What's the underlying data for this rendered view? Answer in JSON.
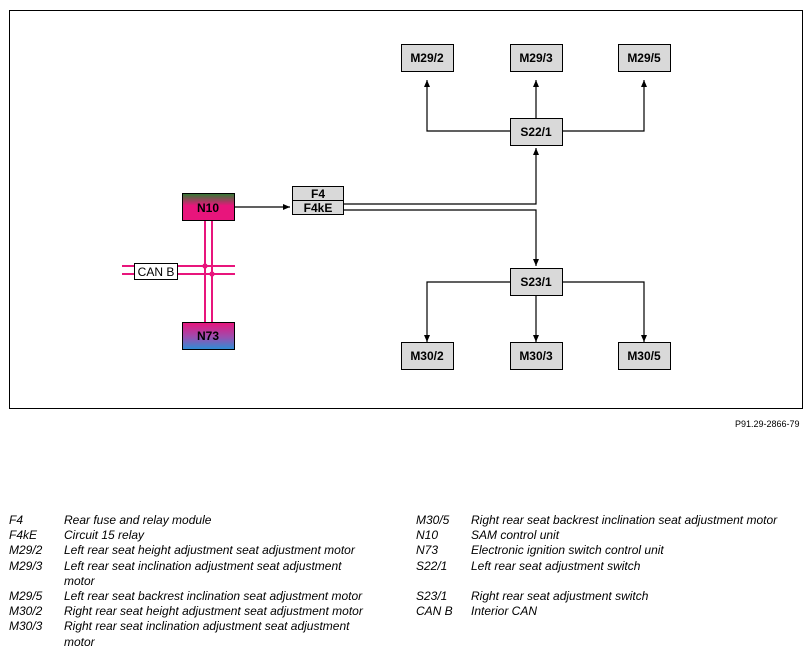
{
  "diagram": {
    "nodes": {
      "m29_2": "M29/2",
      "m29_3": "M29/3",
      "m29_5": "M29/5",
      "s22_1": "S22/1",
      "n10": "N10",
      "f4": "F4",
      "f4ke": "F4kE",
      "can_b": "CAN B",
      "n73": "N73",
      "s23_1": "S23/1",
      "m30_2": "M30/2",
      "m30_3": "M30/3",
      "m30_5": "M30/5"
    },
    "colors": {
      "can_bus": "#e8157c",
      "n10_top": "#2e7d32",
      "n10_bottom": "#e8157c",
      "n73_top": "#e8157c",
      "n73_bottom": "#2a8fd6",
      "box_fill": "#d9d9d9"
    }
  },
  "reference": "P91.29-2866-79",
  "legend_left": [
    {
      "code": "F4",
      "desc": "Rear fuse and relay module"
    },
    {
      "code": "F4kE",
      "desc": "Circuit 15 relay"
    },
    {
      "code": "M29/2",
      "desc": "Left rear seat height adjustment seat adjustment motor"
    },
    {
      "code": "M29/3",
      "desc": "Left rear seat inclination adjustment seat adjustment motor"
    },
    {
      "code": "M29/5",
      "desc": "Left rear seat backrest inclination seat adjustment motor"
    },
    {
      "code": "M30/2",
      "desc": "Right rear seat height adjustment seat adjustment motor"
    },
    {
      "code": "M30/3",
      "desc": "Right rear seat inclination adjustment seat adjustment motor"
    }
  ],
  "legend_right": [
    {
      "code": "M30/5",
      "desc": "Right rear seat backrest inclination seat adjustment motor"
    },
    {
      "code": "N10",
      "desc": "SAM control unit"
    },
    {
      "code": "N73",
      "desc": "Electronic ignition switch control unit"
    },
    {
      "code": "S22/1",
      "desc": "Left rear seat adjustment switch"
    },
    {
      "code": "",
      "desc": ""
    },
    {
      "code": "S23/1",
      "desc": "Right rear seat adjustment switch"
    },
    {
      "code": "CAN B",
      "desc": "Interior CAN"
    }
  ]
}
